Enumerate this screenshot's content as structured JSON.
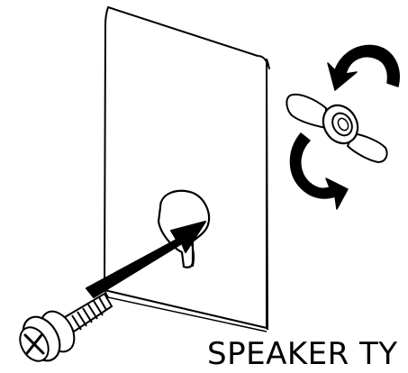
{
  "caption": {
    "text": "SPEAKER TY"
  },
  "parts": {
    "plate_icon": "mounting-plate",
    "keyhole_icon": "keyhole-slot",
    "screw_icon": "screw",
    "arrow_icon": "insert-arrow",
    "wingnut_icon": "wing-nut",
    "rotate_icon": "rotate-arrows"
  },
  "colors": {
    "ink": "#000000",
    "paper": "#ffffff"
  }
}
